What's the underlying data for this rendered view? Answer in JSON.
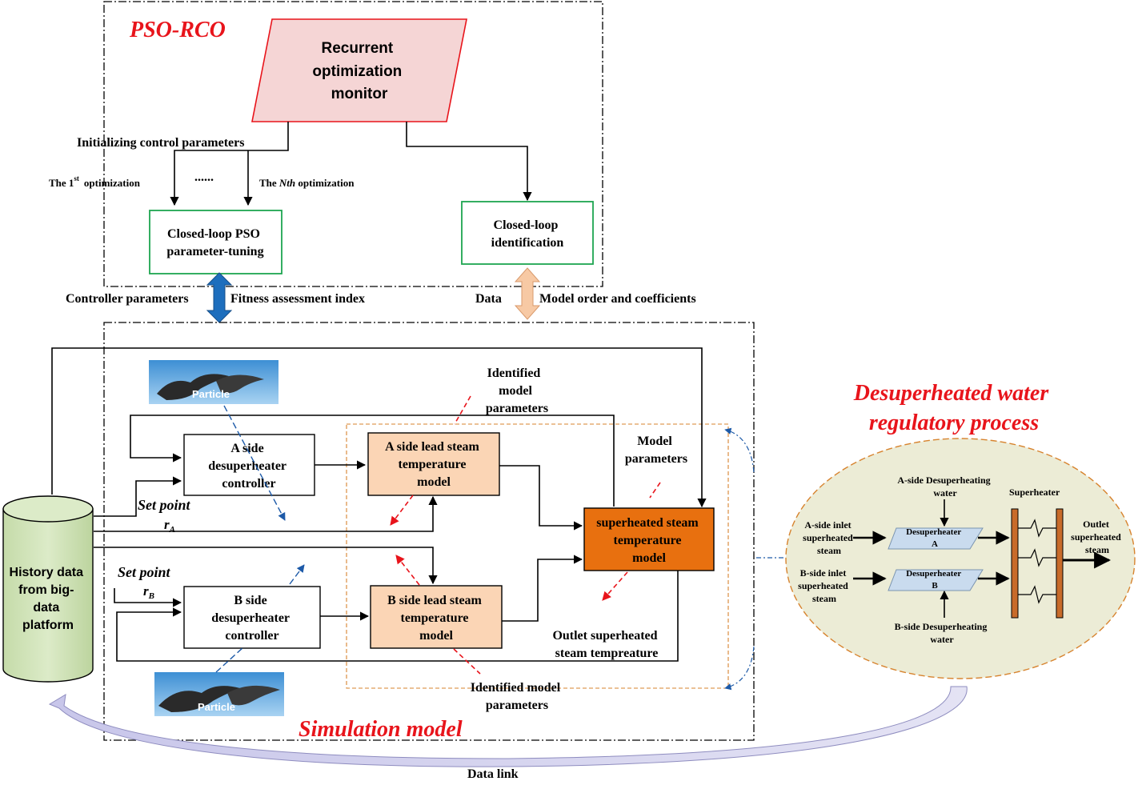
{
  "pso_rco": {
    "title": "PSO-RCO",
    "monitor": [
      "Recurrent",
      "optimization",
      "monitor"
    ],
    "init_params": "Initializing control parameters",
    "first_opt_prefix": "The 1",
    "first_opt_sup": "st",
    "first_opt_suffix": "optimization",
    "dots": "......",
    "nth_opt_prefix": "The",
    "nth_opt_italic": "Nth",
    "nth_opt_suffix": "optimization",
    "pso_box": [
      "Closed-loop PSO",
      "parameter-tuning"
    ],
    "ident_box": [
      "Closed-loop",
      "identification"
    ]
  },
  "links": {
    "controller_params": "Controller parameters",
    "fitness_index": "Fitness assessment index",
    "data": "Data",
    "model_order": "Model order and coefficients"
  },
  "simulation": {
    "title": "Simulation model",
    "particle_label": "Particle",
    "a_controller": [
      "A side",
      "desuperheater",
      "controller"
    ],
    "b_controller": [
      "B side",
      "desuperheater",
      "controller"
    ],
    "a_lead_model": [
      "A side lead steam",
      "temperature",
      "model"
    ],
    "b_lead_model": [
      "B side lead steam",
      "temperature",
      "model"
    ],
    "superheated_model": [
      "superheated steam",
      "temperature",
      "model"
    ],
    "identified_params_top": [
      "Identified",
      "model",
      "parameters"
    ],
    "model_params": [
      "Model",
      "parameters"
    ],
    "identified_params_bottom": [
      "Identified model",
      "parameters"
    ],
    "outlet_temp": [
      "Outlet superheated",
      "steam tempreature"
    ],
    "set_point": "Set point",
    "r_a": "r",
    "r_a_sub": "A",
    "r_b": "r",
    "r_b_sub": "B"
  },
  "history": [
    "History data",
    "from big-",
    "data",
    "platform"
  ],
  "regulatory": {
    "title": [
      "Desuperheated water",
      "regulatory process"
    ],
    "a_water": [
      "A-side Desuperheating",
      "water"
    ],
    "b_water": [
      "B-side Desuperheating",
      "water"
    ],
    "superheater": "Superheater",
    "a_inlet": [
      "A-side inlet",
      "superheated",
      "steam"
    ],
    "b_inlet": [
      "B-side inlet",
      "superheated",
      "steam"
    ],
    "desup_a": [
      "Desuperheater",
      "A"
    ],
    "desup_b": [
      "Desuperheater",
      "B"
    ],
    "outlet": [
      "Outlet",
      "superheated",
      "steam"
    ]
  },
  "data_link": "Data link",
  "colors": {
    "red_title": "#e8141b",
    "green_box": "#1ea650",
    "monitor_fill": "#f5d5d5",
    "monitor_stroke": "#e8141b",
    "lead_fill": "#fbd5b5",
    "super_fill": "#e8700f",
    "ellipse_fill": "#ececd6",
    "ellipse_stroke": "#d7832e",
    "cylinder_fill": "#d4e6bb",
    "blue_arrow": "#1d6ebd",
    "orange_arrow": "#f7c9a4",
    "bar_fill": "#c86b2a"
  }
}
